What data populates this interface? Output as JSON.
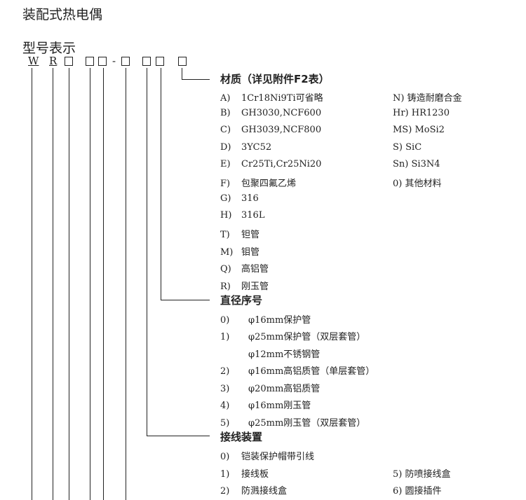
{
  "title": "装配式热电偶",
  "model_heading": "型号表示",
  "model_code": {
    "w": "W",
    "r": "R",
    "dash": "-"
  },
  "sections": {
    "material": {
      "title": "材质（详见附件F2表）",
      "left": [
        {
          "label": "A)",
          "text": "1Cr18Ni9Ti可省略"
        },
        {
          "label": "B)",
          "text": "GH3030,NCF600"
        },
        {
          "label": "C)",
          "text": "GH3039,NCF800"
        },
        {
          "label": "D)",
          "text": "3YC52"
        },
        {
          "label": "E)",
          "text": "Cr25Ti,Cr25Ni20"
        },
        {
          "label": "F)",
          "text": "包聚四氟乙烯"
        },
        {
          "label": "G)",
          "text": "316"
        },
        {
          "label": "H)",
          "text": "316L"
        },
        {
          "label": "T)",
          "text": "钽管"
        },
        {
          "label": "M)",
          "text": "钼管"
        },
        {
          "label": "Q)",
          "text": "高铝管"
        },
        {
          "label": "R)",
          "text": "刚玉管"
        }
      ],
      "right": [
        {
          "label": "N)",
          "text": "铸造耐磨合金"
        },
        {
          "label": "Hr)",
          "text": "HR1230"
        },
        {
          "label": "MS)",
          "text": "MoSi2"
        },
        {
          "label": "S)",
          "text": "SiC"
        },
        {
          "label": "Sn)",
          "text": "Si3N4"
        },
        {
          "label": "0)",
          "text": "其他材料"
        }
      ]
    },
    "diameter": {
      "title": "直径序号",
      "items": [
        {
          "label": "0)",
          "text": "φ16mm保护管"
        },
        {
          "label": "1)",
          "text": "φ25mm保护管（双层套管）"
        },
        {
          "label": "",
          "text": "φ12mm不锈钢管"
        },
        {
          "label": "2)",
          "text": "φ16mm高铝质管（单层套管）"
        },
        {
          "label": "3)",
          "text": "φ20mm高铝质管"
        },
        {
          "label": "4)",
          "text": "φ16mm刚玉管"
        },
        {
          "label": "5)",
          "text": "φ25mm刚玉管（双层套管）"
        }
      ]
    },
    "wiring": {
      "title": "接线装置",
      "left": [
        {
          "label": "0)",
          "text": "铠装保护帽带引线"
        },
        {
          "label": "1)",
          "text": "接线板"
        },
        {
          "label": "2)",
          "text": "防溅接线盒"
        }
      ],
      "right": [
        {
          "label": "5)",
          "text": "防喷接线盒"
        },
        {
          "label": "6)",
          "text": "圆接插件"
        }
      ]
    }
  }
}
